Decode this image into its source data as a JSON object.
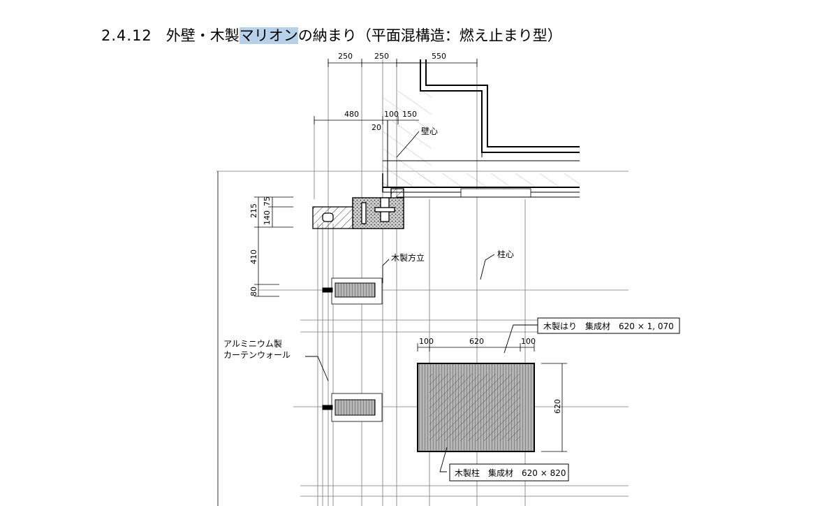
{
  "title": {
    "number": "2.4.12",
    "pre": "外壁・木製",
    "highlight": "マリオン",
    "post": "の納まり（平面混構造：燃え止まり型）"
  },
  "dimensions": {
    "top_250_a": "250",
    "top_250_b": "250",
    "top_550": "550",
    "d480": "480",
    "d100": "100",
    "d150": "150",
    "d20": "20",
    "v215": "215",
    "v140": "140",
    "v75": "75",
    "v410": "410",
    "v80": "80",
    "b100_left": "100",
    "b620": "620",
    "b100_right": "100",
    "v620": "620"
  },
  "labels": {
    "wall_center": "壁心",
    "wood_mullion": "木製方立",
    "column_center": "柱心",
    "curtain_wall_line1": "アルミニウム製",
    "curtain_wall_line2": "カーテンウォール",
    "wood_beam": "木製はり　集成材　620 × 1, 070",
    "wood_column": "木製柱　集成材　620 × 820"
  }
}
